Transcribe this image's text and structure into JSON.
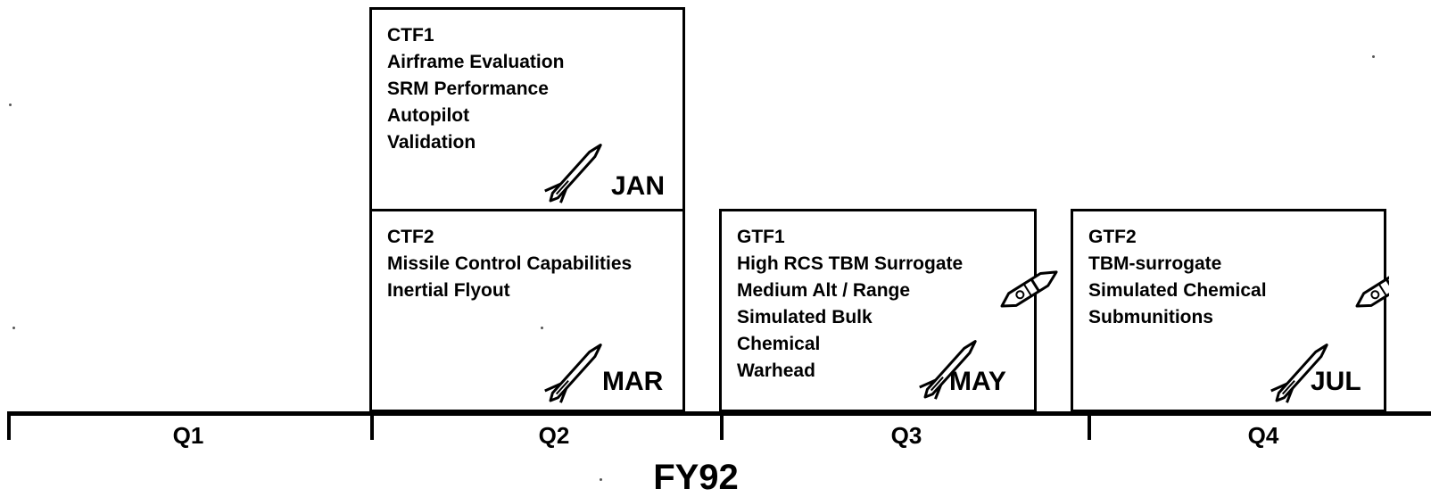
{
  "tests": [
    {
      "id": "ctf1",
      "lines": [
        "CTF1",
        "Airframe Evaluation",
        "SRM Performance",
        "Autopilot",
        "Validation"
      ],
      "month": "JAN"
    },
    {
      "id": "ctf2",
      "lines": [
        "CTF2",
        "Missile Control Capabilities",
        "Inertial Flyout"
      ],
      "month": "MAR"
    },
    {
      "id": "gtf1",
      "lines": [
        "GTF1",
        "High RCS TBM Surrogate",
        "Medium Alt / Range",
        "Simulated Bulk",
        "Chemical",
        "Warhead"
      ],
      "month": "MAY"
    },
    {
      "id": "gtf2",
      "lines": [
        "GTF2",
        "TBM-surrogate",
        "Simulated Chemical",
        "Submunitions"
      ],
      "month": "JUL"
    }
  ],
  "timeline": {
    "quarters": [
      "Q1",
      "Q2",
      "Q3",
      "Q4"
    ],
    "fiscal_year": "FY92"
  },
  "icons": {
    "interceptor": "missile-icon",
    "target": "target-missile-icon"
  }
}
